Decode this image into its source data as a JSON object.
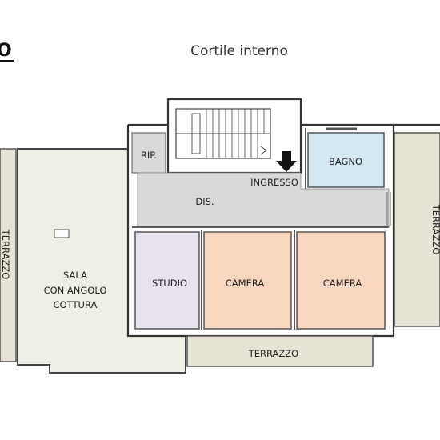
{
  "header": {
    "fragment": "O",
    "courtyard": "Cortile interno"
  },
  "rooms": {
    "rip": "RIP.",
    "ingresso": "INGRESSO",
    "bagno": "BAGNO",
    "dis": "DIS.",
    "sala_line1": "SALA",
    "sala_line2": "CON ANGOLO",
    "sala_line3": "COTTURA",
    "studio": "STUDIO",
    "camera_1": "CAMERA",
    "camera_2": "CAMERA",
    "terrazzo_left": "TERRAZZO",
    "terrazzo_right": "TERRAZZO",
    "terrazzo_bottom": "TERRAZZO"
  },
  "colors": {
    "sala": "#eef0e6",
    "terrazzo": "#e6e2d4",
    "corridor": "#d9d9d9",
    "bagno": "#d4e8f2",
    "studio": "#e8e2ee",
    "camera": "#f8d6bf",
    "rip": "#d9d9d9",
    "arrow": "#111111"
  }
}
